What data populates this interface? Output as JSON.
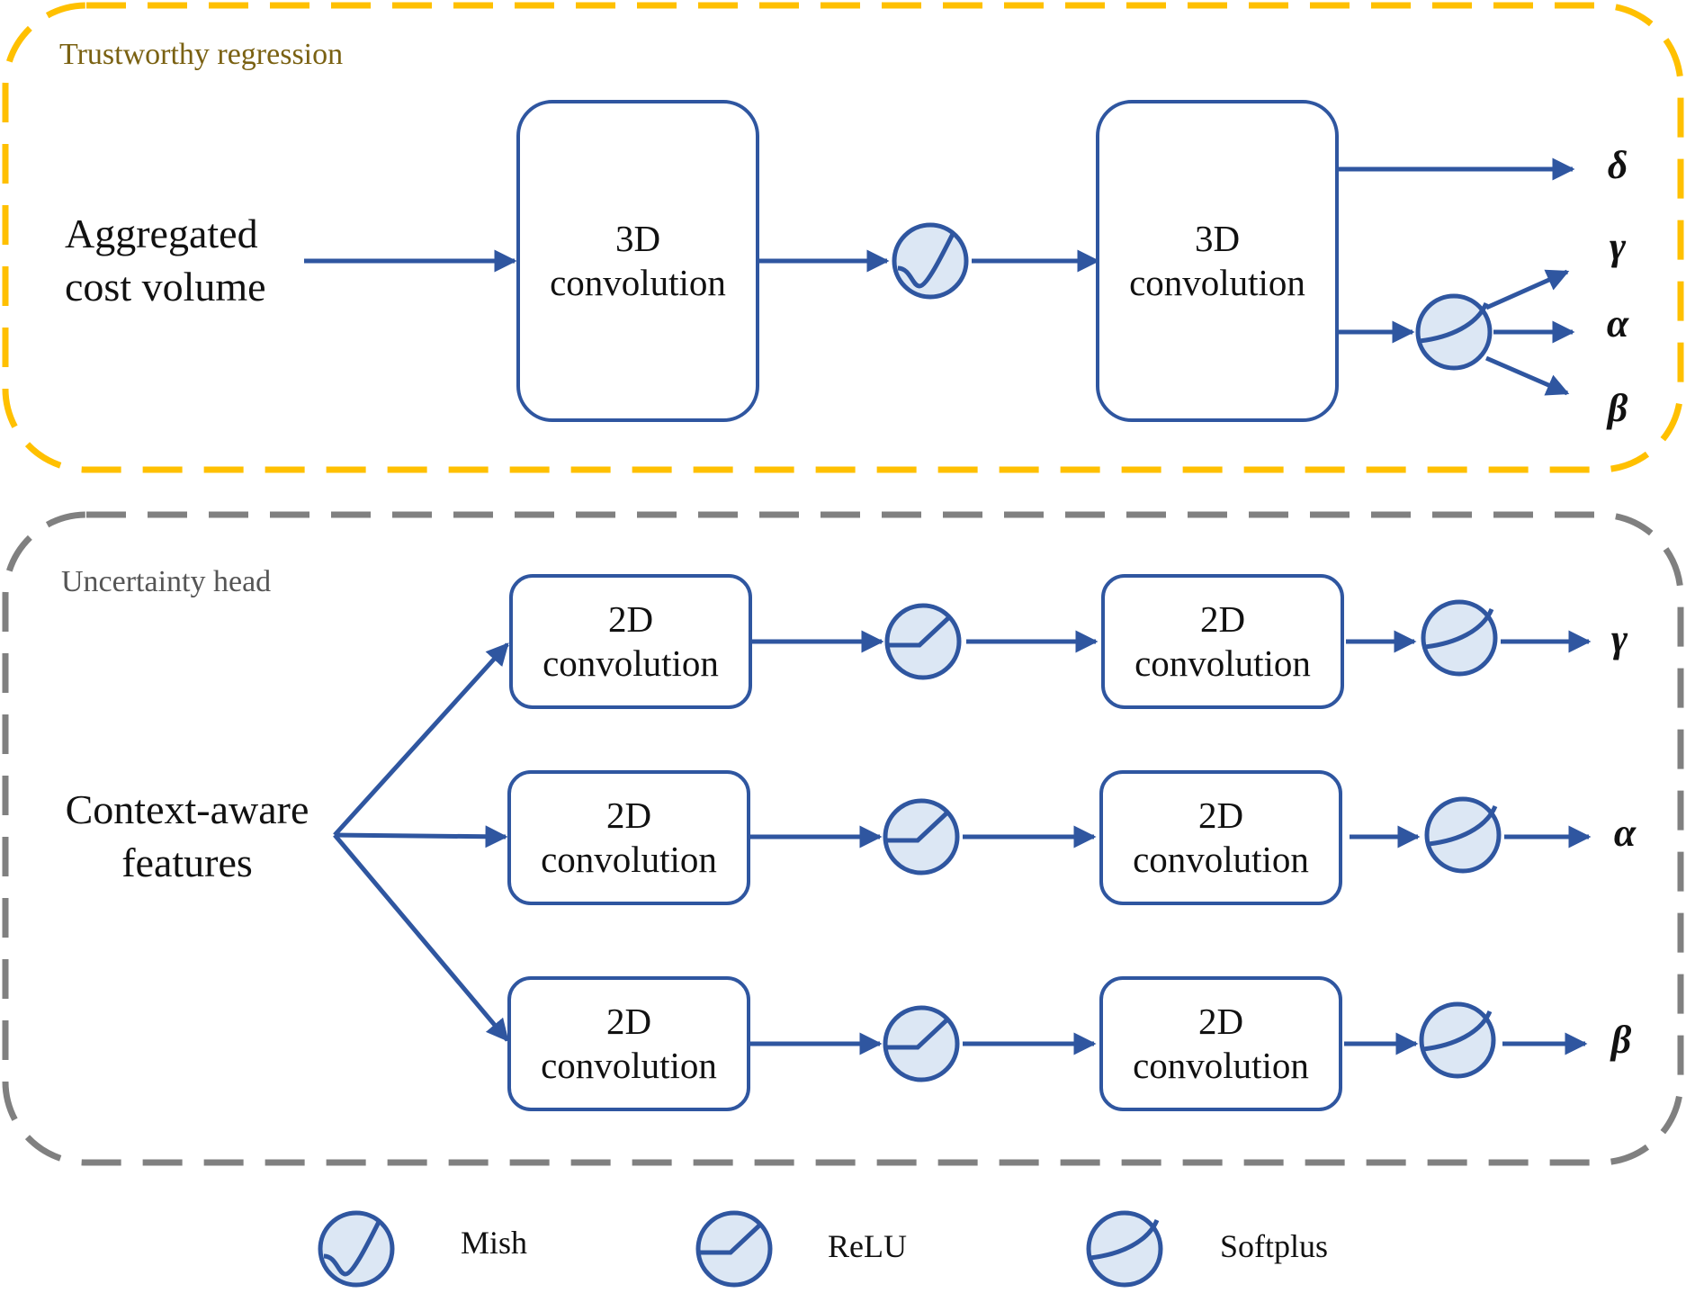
{
  "sections": {
    "trustworthy": {
      "title": "Trustworthy regression",
      "border_color": "#FFC000"
    },
    "uncertainty": {
      "title": "Uncertainty head",
      "border_color": "#808080"
    }
  },
  "inputs": {
    "aggregated": {
      "lines": [
        "Aggregated",
        "cost volume"
      ]
    },
    "context": {
      "lines": [
        "Context-aware",
        "features"
      ]
    }
  },
  "blocks": {
    "conv3d": {
      "lines": [
        "3D",
        "convolution"
      ]
    },
    "conv2d": {
      "lines": [
        "2D",
        "convolution"
      ]
    }
  },
  "outputs": {
    "delta": "δ",
    "gamma": "γ",
    "alpha": "α",
    "beta": "β"
  },
  "legend": {
    "mish": {
      "label": "Mish",
      "icon": "mish-icon"
    },
    "relu": {
      "label": "ReLU",
      "icon": "relu-icon"
    },
    "softplus": {
      "label": "Softplus",
      "icon": "softplus-icon"
    }
  },
  "colors": {
    "stroke": "#2F56A0",
    "circle_fill": "#DCE7F4",
    "trust_border": "#FFC000",
    "trust_title": "#7A6112",
    "uncertainty_border": "#808080",
    "uncertainty_title": "#555555"
  }
}
